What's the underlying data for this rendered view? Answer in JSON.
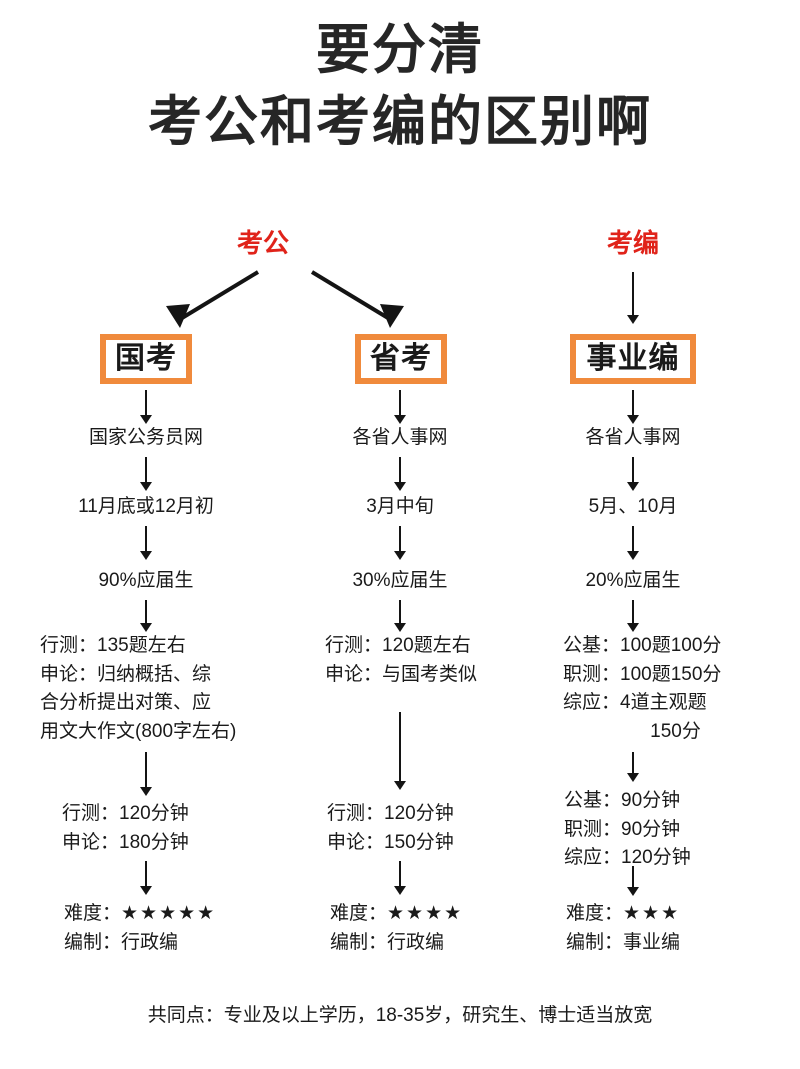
{
  "title": {
    "line1": "要分清",
    "line2": "考公和考编的区别啊"
  },
  "colors": {
    "heading_red": "#E0231A",
    "box_orange": "#F08A3C",
    "text_black": "#1a1a1a",
    "background": "#ffffff"
  },
  "categories": [
    {
      "label": "考公",
      "branches": [
        "国考",
        "省考"
      ]
    },
    {
      "label": "考编",
      "branches": [
        "事业编"
      ]
    }
  ],
  "columns": [
    {
      "box_label": "国考",
      "website": "国家公务员网",
      "exam_time": "11月底或12月初",
      "fresh_grad_ratio": "90%应届生",
      "subjects": [
        "行测：135题左右",
        "申论：归纳概括、综",
        "合分析提出对策、应",
        "用文大作文(800字左右)"
      ],
      "durations": [
        "行测：120分钟",
        "申论：180分钟"
      ],
      "difficulty_label": "难度：",
      "difficulty_stars": "★★★★★",
      "difficulty_count": 5,
      "establishment": "编制：行政编"
    },
    {
      "box_label": "省考",
      "website": "各省人事网",
      "exam_time": "3月中旬",
      "fresh_grad_ratio": "30%应届生",
      "subjects": [
        "行测：120题左右",
        "申论：与国考类似"
      ],
      "durations": [
        "行测：120分钟",
        "申论：150分钟"
      ],
      "difficulty_label": "难度：",
      "difficulty_stars": "★★★★",
      "difficulty_count": 4,
      "establishment": "编制：行政编"
    },
    {
      "box_label": "事业编",
      "website": "各省人事网",
      "exam_time": "5月、10月",
      "fresh_grad_ratio": "20%应届生",
      "subjects": [
        "公基：100题100分",
        "职测：100题150分",
        "综应：4道主观题",
        "150分"
      ],
      "durations": [
        "公基：90分钟",
        "职测：90分钟",
        "综应：120分钟"
      ],
      "difficulty_label": "难度：",
      "difficulty_stars": "★★★",
      "difficulty_count": 3,
      "establishment": "编制：事业编"
    }
  ],
  "footer": "共同点：专业及以上学历，18-35岁，研究生、博士适当放宽"
}
